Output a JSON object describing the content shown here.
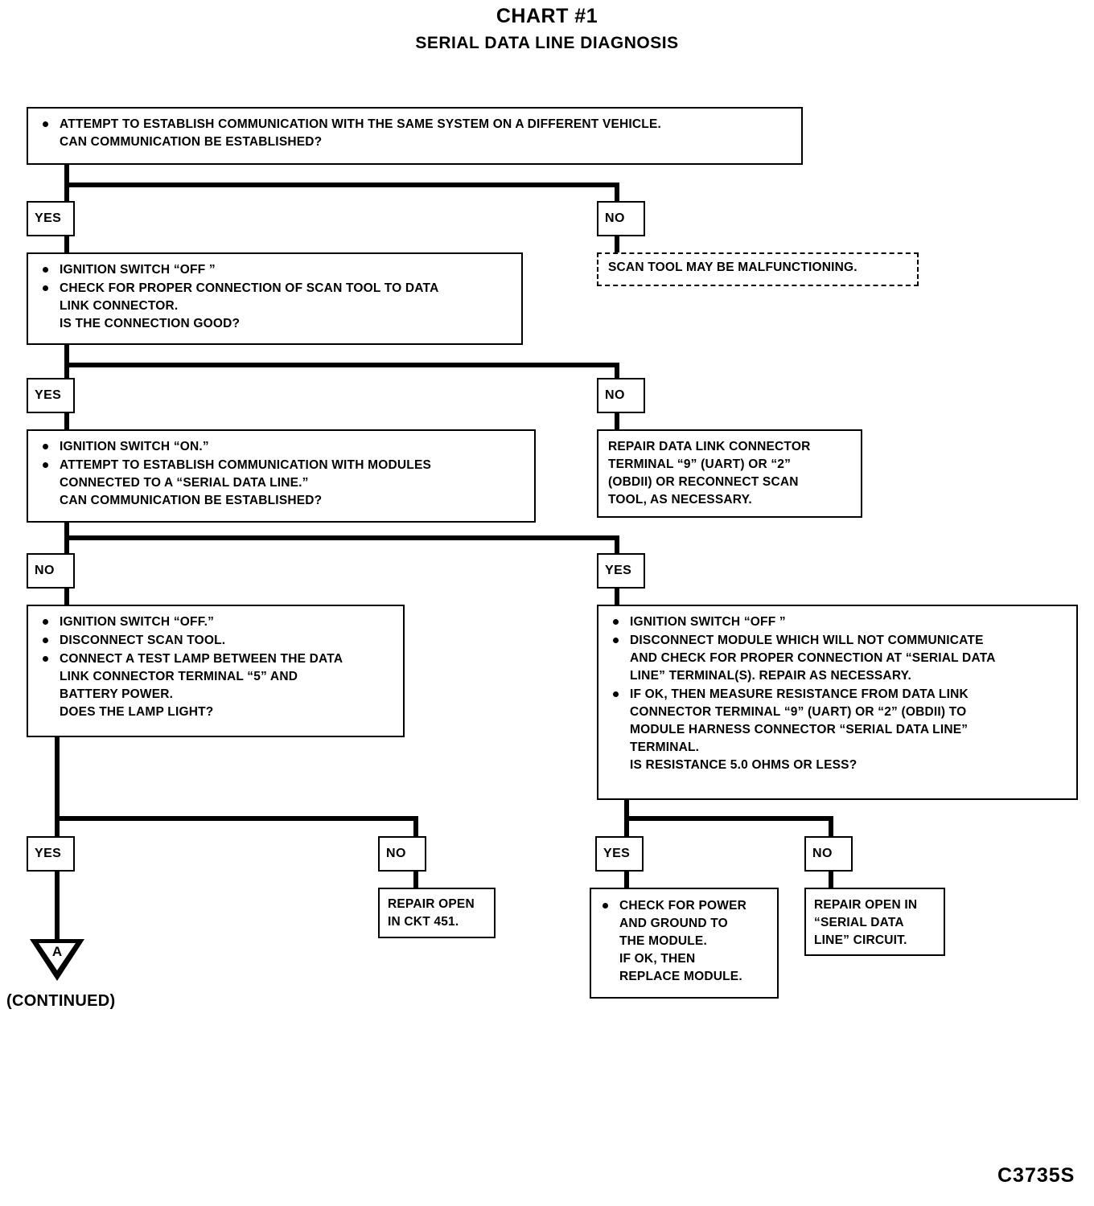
{
  "title": {
    "main": "CHART #1",
    "sub": "SERIAL DATA LINE DIAGNOSIS"
  },
  "chart_data": {
    "type": "flowchart",
    "title": "CHART #1 - SERIAL DATA LINE DIAGNOSIS",
    "code": "C3735S",
    "continued_label": "(CONTINUED)",
    "connector_letter": "A"
  },
  "nodes": {
    "step1": {
      "lines": [
        "ATTEMPT TO ESTABLISH COMMUNICATION WITH THE SAME SYSTEM ON A DIFFERENT VEHICLE.",
        "CAN COMMUNICATION BE ESTABLISHED?"
      ]
    },
    "scan_tool_malfunction": {
      "text": "SCAN TOOL MAY BE MALFUNCTIONING."
    },
    "step2": {
      "b1": "IGNITION SWITCH “OFF ”",
      "b2a": "CHECK FOR PROPER CONNECTION OF SCAN TOOL TO DATA",
      "b2b": "LINK CONNECTOR.",
      "b2c": "IS THE CONNECTION GOOD?"
    },
    "repair_dlc": {
      "l1": "REPAIR DATA LINK CONNECTOR",
      "l2": "TERMINAL “9” (UART) OR “2”",
      "l3": "(OBDII) OR RECONNECT SCAN",
      "l4": "TOOL, AS NECESSARY."
    },
    "step3": {
      "b1": "IGNITION SWITCH “ON.”",
      "b2a": "ATTEMPT TO ESTABLISH COMMUNICATION WITH MODULES",
      "b2b": "CONNECTED TO A “SERIAL DATA LINE.”",
      "b2c": "CAN COMMUNICATION BE ESTABLISHED?"
    },
    "step4": {
      "b1": "IGNITION SWITCH “OFF.”",
      "b2": "DISCONNECT SCAN TOOL.",
      "b3a": "CONNECT A TEST LAMP BETWEEN THE DATA",
      "b3b": "LINK CONNECTOR TERMINAL “5” AND",
      "b3c": "BATTERY POWER.",
      "b3d": "DOES THE LAMP LIGHT?"
    },
    "step5": {
      "b1": "IGNITION SWITCH “OFF ”",
      "b2a": "DISCONNECT MODULE WHICH WILL NOT COMMUNICATE",
      "b2b": "AND CHECK FOR PROPER CONNECTION AT “SERIAL DATA",
      "b2c": "LINE” TERMINAL(S).  REPAIR AS NECESSARY.",
      "b3a": "IF OK, THEN MEASURE RESISTANCE FROM DATA LINK",
      "b3b": "CONNECTOR TERMINAL “9” (UART) OR “2” (OBDII) TO",
      "b3c": "MODULE HARNESS CONNECTOR “SERIAL DATA LINE”",
      "b3d": "TERMINAL.",
      "b3e": "IS RESISTANCE 5.0 OHMS OR LESS?"
    },
    "repair_ckt451": {
      "l1": "REPAIR OPEN",
      "l2": "IN CKT 451."
    },
    "check_power": {
      "l1": "CHECK FOR POWER",
      "l2": "AND GROUND TO",
      "l3": "THE MODULE.",
      "l4": "IF OK, THEN",
      "l5": "REPLACE MODULE."
    },
    "repair_sdl": {
      "l1": "REPAIR OPEN IN",
      "l2": "“SERIAL DATA",
      "l3": "LINE” CIRCUIT."
    }
  },
  "branches": {
    "r1_left": "YES",
    "r1_right": "NO",
    "r2_left": "YES",
    "r2_right": "NO",
    "r3_left": "NO",
    "r3_right": "YES",
    "r4_left": "YES",
    "r4_right": "NO",
    "r5_left": "YES",
    "r5_right": "NO"
  }
}
